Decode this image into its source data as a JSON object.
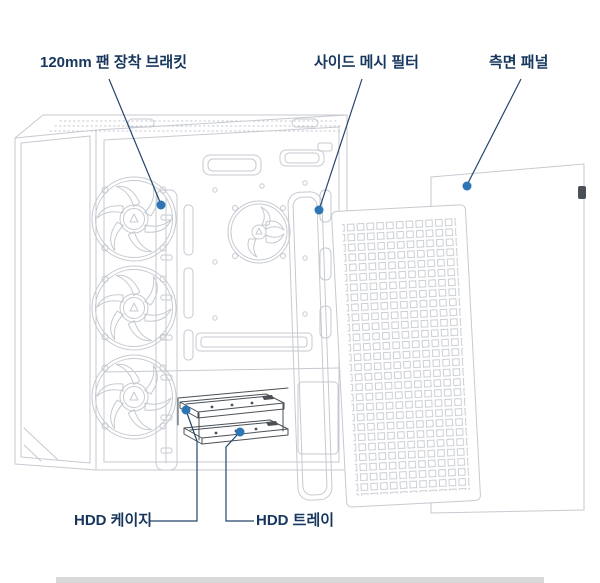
{
  "colors": {
    "background": "#ffffff",
    "label": "#17365d",
    "leader": "#24456b",
    "dot": "#2e75b6",
    "line_art": "#c6cad0",
    "dark_part": "#4a5056",
    "bottom_bar": "#d9d9d9"
  },
  "callouts": {
    "fan_bracket": {
      "label": "120mm 팬 장착 브래킷"
    },
    "mesh_filter": {
      "label": "사이드 메시 필터"
    },
    "side_panel": {
      "label": "측면 패널"
    },
    "hdd_cage": {
      "label": "HDD 케이지"
    },
    "hdd_tray": {
      "label": "HDD 트레이"
    }
  }
}
